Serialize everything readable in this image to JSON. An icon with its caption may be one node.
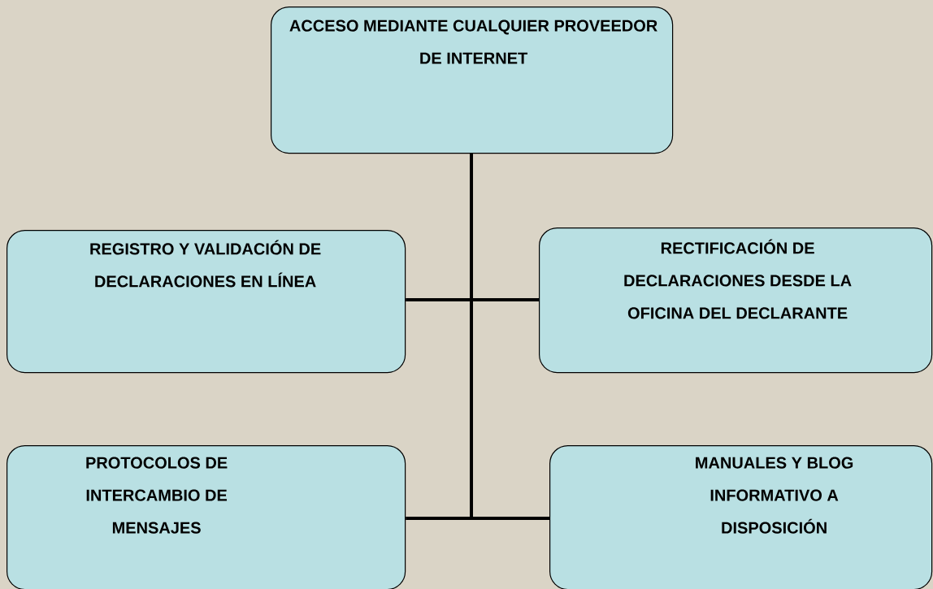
{
  "diagram": {
    "nodes": [
      {
        "text": [
          "ACCESO MEDIANTE CUALQUIER PROVEEDOR DE INTERNET"
        ]
      },
      {
        "text": [
          "REGISTRO Y VALIDACIÓN DE DECLARACIONES EN LÍNEA"
        ]
      },
      {
        "text": [
          "RECTIFICACIÓN DE DECLARACIONES DESDE LA OFICINA DEL DECLARANTE"
        ]
      },
      {
        "text": [
          "PROTOCOLOS DE INTERCAMBIO DE MENSAJES"
        ]
      },
      {
        "text": [
          "MANUALES Y BLOG INFORMATIVO A DISPOSICIÓN"
        ]
      }
    ],
    "edges": [
      {
        "from": 0,
        "to": 1,
        "arrow": "none"
      },
      {
        "from": 0,
        "to": 2,
        "arrow": "none"
      },
      {
        "from": 0,
        "to": 3,
        "arrow": "none"
      },
      {
        "from": 0,
        "to": 4,
        "arrow": "none"
      }
    ]
  }
}
